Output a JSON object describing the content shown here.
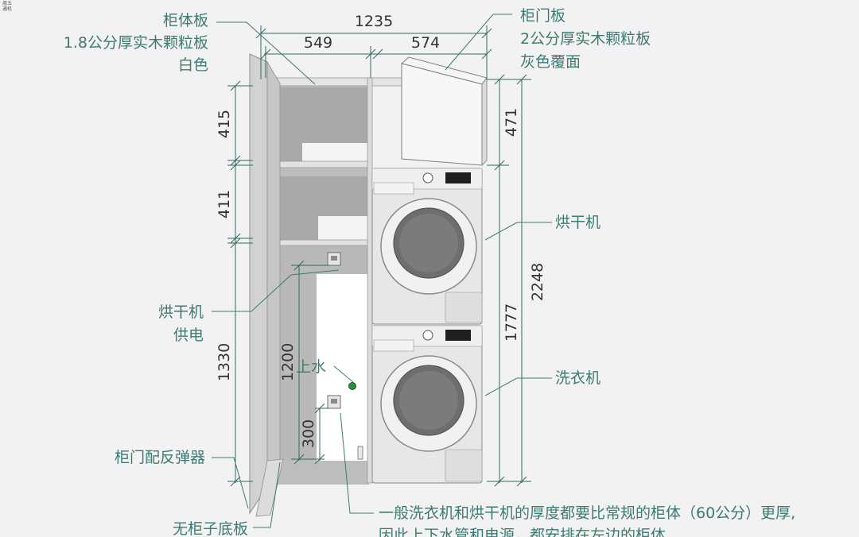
{
  "corner_tag": [
    "周五",
    "通机"
  ],
  "labels": {
    "cabinet_panel": [
      "柜体板",
      "1.8公分厚实木颗粒板",
      "白色"
    ],
    "door_panel": [
      "柜门板",
      "2公分厚实木颗粒板",
      "灰色覆面"
    ],
    "dryer": "烘干机",
    "washer": "洗衣机",
    "dryer_power": [
      "烘干机",
      "供电"
    ],
    "water_inlet": "上水",
    "door_rebound": "柜门配反弹器",
    "no_base": "无柜子底板",
    "note": [
      "一般洗衣机和烘干机的厚度都要比常规的柜体（60公分）更厚,",
      "因此上下水管和电源，都安排在左边的柜体"
    ]
  },
  "dimensions": {
    "total_width": "1235",
    "left_width": "549",
    "right_width": "574",
    "upper_shelf": "415",
    "middle_shelf": "411",
    "lower_section": "1330",
    "outlet_height": "1200",
    "low_outlet_height": "300",
    "door_height": "471",
    "machine_stack": "1777",
    "total_height": "2248"
  },
  "colors": {
    "label": "#3d7a72",
    "dimension_line": "#2f6b63",
    "cabinet_interior": "#b5b5b5",
    "machine_body": "#e6e6e6"
  }
}
